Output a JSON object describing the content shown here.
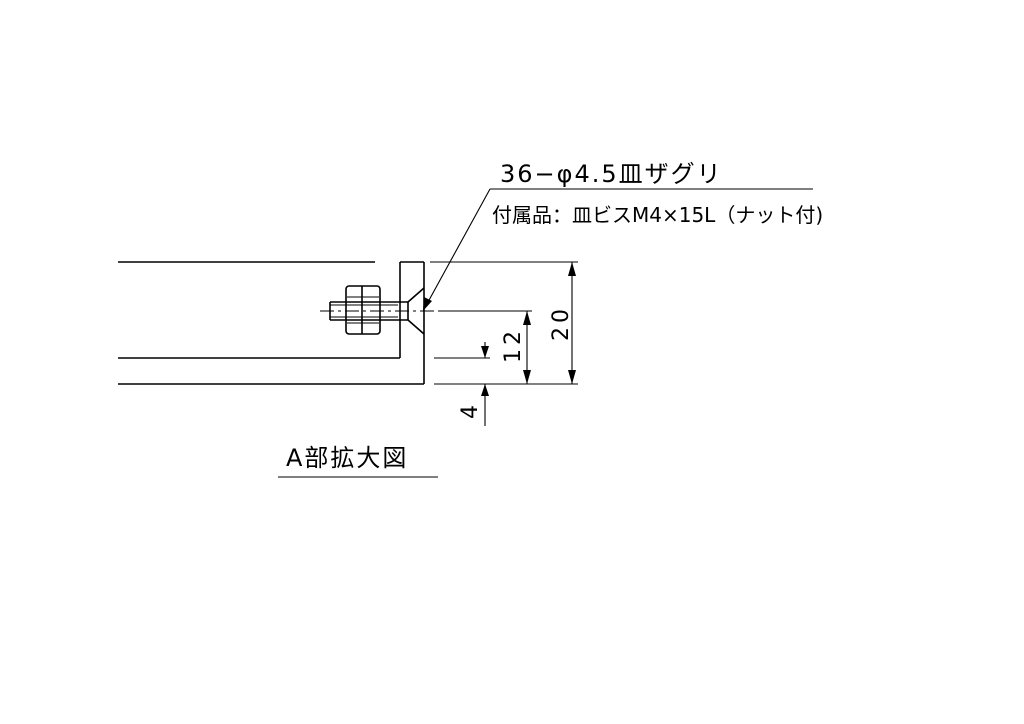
{
  "callout": {
    "hole_spec": "36−φ4.5皿ザグリ",
    "accessory_note": "付属品：皿ビスM4×15L（ナット付)"
  },
  "dimensions": {
    "total_height": "20",
    "bolt_height": "12",
    "plate_thickness": "4"
  },
  "view_title": "A部拡大図",
  "colors": {
    "line": "#000000",
    "background": "#ffffff"
  }
}
